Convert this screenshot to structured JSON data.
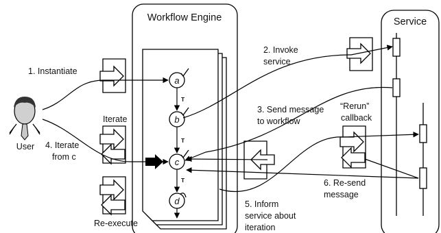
{
  "diagram": {
    "engine_title": "Workflow Engine",
    "service_title": "Service",
    "actor_label": "User",
    "step_labels": [
      "1. Instantiate",
      "2. Invoke",
      "service",
      "3. Send message",
      "to workflow",
      "4. Iterate",
      "from c",
      "5. Inform",
      "service about",
      "iteration",
      "6. Re-send",
      "message"
    ],
    "operation_labels": {
      "iterate": "Iterate",
      "re_execute": "Re-execute",
      "rerun_line1": "“Rerun”",
      "rerun_line2": "callback"
    },
    "nodes": [
      "a",
      "b",
      "c",
      "d"
    ],
    "transition_mark": "T"
  }
}
